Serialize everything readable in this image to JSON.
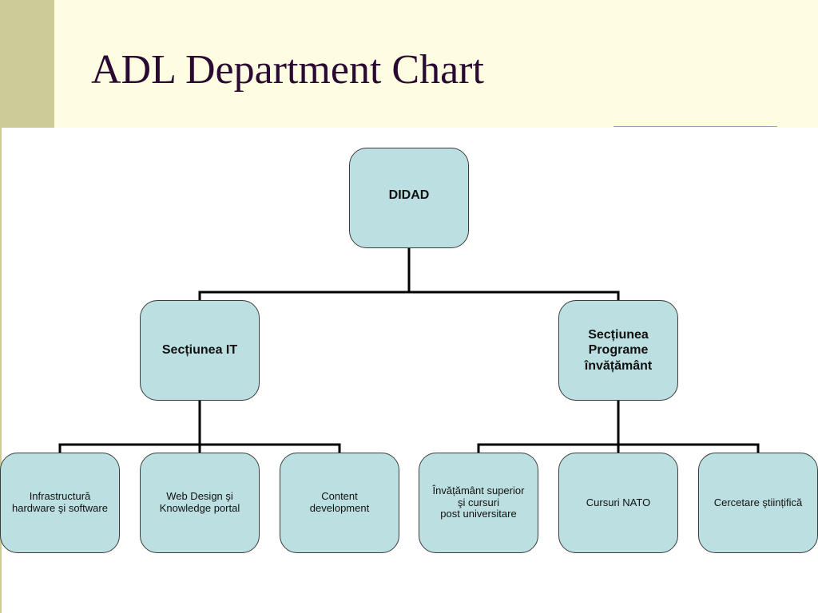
{
  "slide": {
    "title": "ADL Department Chart"
  },
  "colors": {
    "header_background": "#fffde1",
    "accent_strip": "#cdcc99",
    "title_text": "#2a0a33",
    "node_fill": "#bce0e1",
    "node_border": "#3b3b3b",
    "connector": "#000000"
  },
  "org_chart": {
    "root": {
      "label": "DIDAD",
      "sections": [
        {
          "label": "Secțiunea IT",
          "children": [
            {
              "label": "Infrastructură\nhardware şi software"
            },
            {
              "label": "Web Design şi\nKnowledge portal"
            },
            {
              "label": "Content\ndevelopment"
            }
          ]
        },
        {
          "label": "Secțiunea\nPrograme\nînvățământ",
          "children": [
            {
              "label": "Învățământ superior\nşi cursuri\npost universitare"
            },
            {
              "label": "Cursuri NATO"
            },
            {
              "label": "Cercetare ştiințifică"
            }
          ]
        }
      ]
    }
  }
}
